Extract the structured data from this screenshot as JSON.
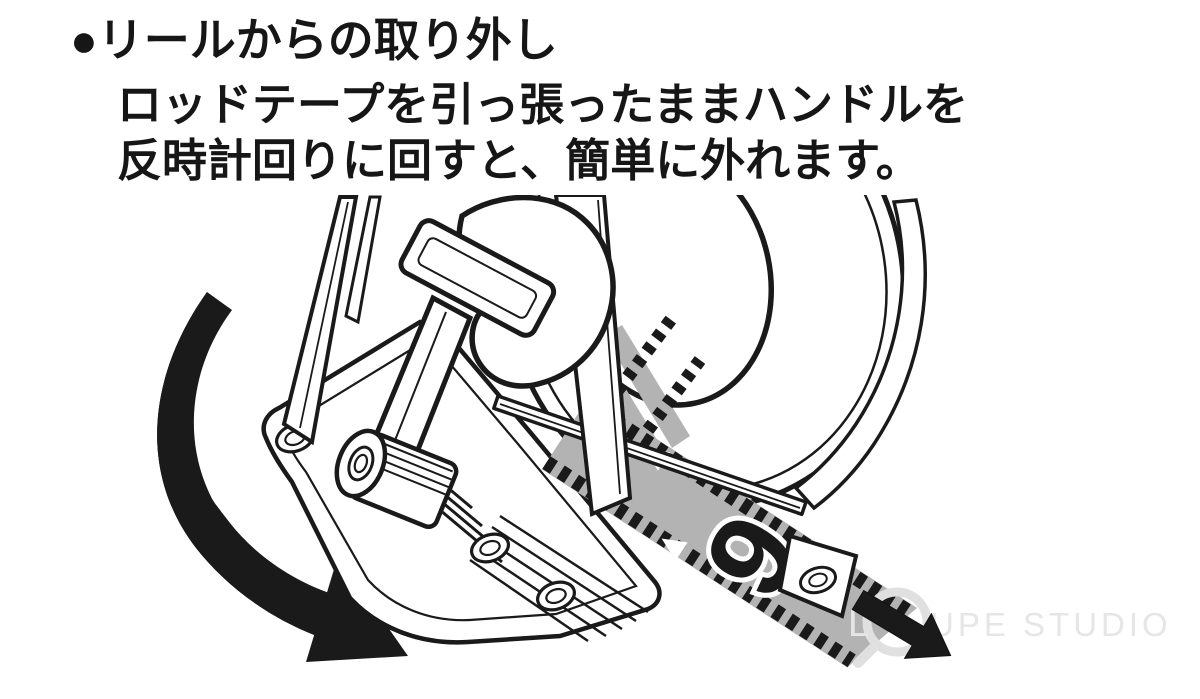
{
  "instructions": {
    "heading": "●リールからの取り外し",
    "body_line1": "ロッドテープを引っ張ったままハンドルを",
    "body_line2": "反時計回りに回すと、簡単に外れます。"
  },
  "illustration": {
    "tape_digit": "9"
  },
  "watermark": {
    "prefix": "L",
    "suffix": "UPE STUDIO"
  },
  "colors": {
    "ink": "#1a1a1a",
    "tape_gray": "#b3b3b3",
    "watermark": "#e6e6e6"
  }
}
